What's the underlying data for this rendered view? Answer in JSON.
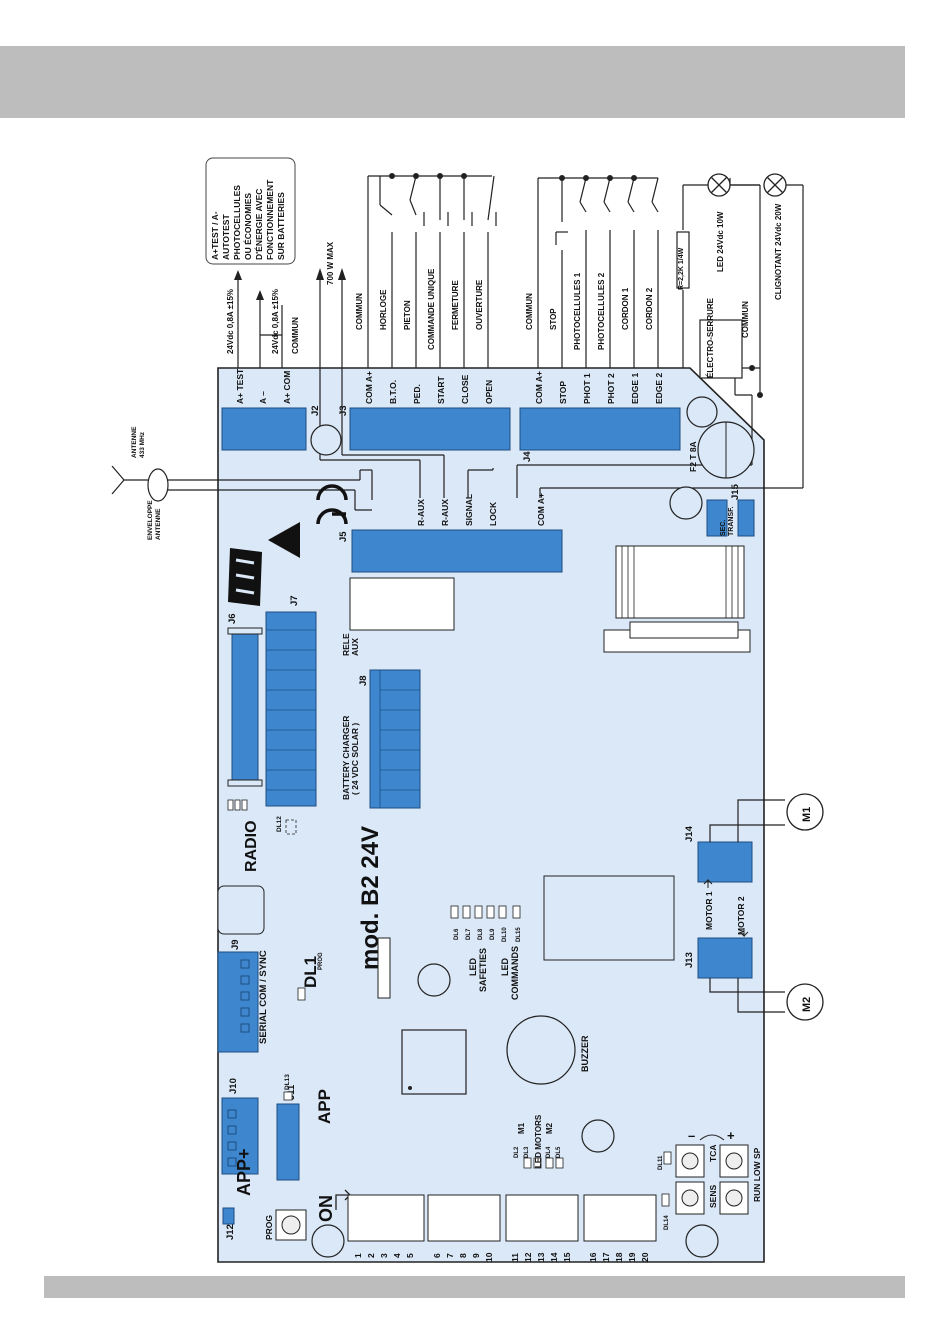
{
  "diagram": {
    "top_note": [
      "A+TEST / A-",
      "AUTOTEST",
      "PHOTOCELLULES",
      "OU ÉCONOMIES",
      "D'ÉNERGIE AVEC",
      "FONCTIONNEMENT",
      "SUR BATTERIES"
    ],
    "j2_wires": [
      "24Vdc 0,8A ±15%",
      "24Vdc 0,8A ±15%",
      "COMMUN"
    ],
    "max_power": "700 W MAX",
    "j3_wires": [
      "COMMUN",
      "HORLOGE",
      "PIETON",
      "COMMANDE UNIQUE",
      "FERMETURE",
      "OUVERTURE"
    ],
    "j4_wires": [
      "COMMUN",
      "STOP",
      "PHOTOCELLULES 1",
      "PHOTOCELLULES 2",
      "CORDON 1",
      "CORDON 2"
    ],
    "resistor": "R=2,2K 1/4W",
    "led_lamp": "LED 24Vdc 10W",
    "flasher": "CLIGNOTANT 24Vdc 20W",
    "lock_device": "ÉLECTRO-SERRURE",
    "lock_common": "COMMUN",
    "antenna": [
      "ANTENNE",
      "433 MHz"
    ],
    "antenna_shield": [
      "ENVELOPPE",
      "ANTENNE"
    ],
    "connectors": {
      "j2": "J2",
      "j3": "J3",
      "j4": "J4",
      "j5": "J5",
      "j6": "J6",
      "j7": "J7",
      "j8": "J8",
      "j9": "J9",
      "j10": "J10",
      "j11": "J11",
      "j12": "J12",
      "j13": "J13",
      "j14": "J14",
      "j15": "J15"
    },
    "j2_pins": [
      "A+ TEST",
      "A –",
      "A+ COM"
    ],
    "j3_pins": [
      "COM A+",
      "B.T.O.",
      "PED.",
      "START",
      "CLOSE",
      "OPEN"
    ],
    "j4_pins": [
      "COM A+",
      "STOP",
      "PHOT 1",
      "PHOT 2",
      "EDGE 1",
      "EDGE 2"
    ],
    "j5_pins": [
      "R-AUX",
      "R-AUX",
      "SIGNAL",
      "LOCK",
      "COM A+"
    ],
    "fuse": "F2  T 8A",
    "sec_transf": [
      "SEC.",
      "TRANSF."
    ],
    "rele_aux": [
      "RELE",
      "AUX"
    ],
    "battery": [
      "BATTERY CHARGER",
      "( 24 VDC SOLAR )"
    ],
    "radio": "RADIO",
    "dl12": "DL12",
    "model": "mod. B2 24V",
    "dl1": "DL1",
    "prog_small": "PROG",
    "serial": "SERIAL COM / SYNC",
    "app": "APP",
    "app_plus": "APP+",
    "dl13": "DL13",
    "prog": "PROG",
    "on": "ON",
    "led_safeties": [
      "LED",
      "SAFETIES"
    ],
    "led_commands": [
      "LED",
      "COMMANDS"
    ],
    "safety_leds": [
      "DL6",
      "DL7",
      "DL8",
      "DL9",
      "DL10",
      "DL15"
    ],
    "motor_leds": [
      "DL2",
      "DL3",
      "DL4",
      "DL5"
    ],
    "led_motors": "LED MOTORS",
    "m1_label": "M1",
    "m2_label": "M2",
    "buzzer": "BUZZER",
    "motor1": "MOTOR 1",
    "motor2": "MOTOR 2",
    "m1": "M1",
    "m2": "M2",
    "dl11": "DL11",
    "dl14": "DL14",
    "tca": "TCA",
    "run_low_sp": "RUN LOW SP",
    "sens": "SENS",
    "minus": "–",
    "plus": "+",
    "terminals": [
      "1",
      "2",
      "3",
      "4",
      "5",
      "6",
      "7",
      "8",
      "9",
      "10",
      "11",
      "12",
      "13",
      "14",
      "15",
      "16",
      "17",
      "18",
      "19",
      "20"
    ]
  }
}
